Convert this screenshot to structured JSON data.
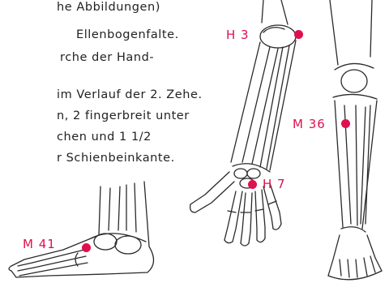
{
  "text_lines": [
    "he Abbildungen)",
    "Ellenbogenfalte.",
    "rche der Hand-",
    "im Verlauf der 2. Zehe.",
    "n, 2 fingerbreit unter",
    "chen und 1 1/2",
    "r Schienbeinkante."
  ],
  "points": [
    {
      "label": "H 3"
    },
    {
      "label": "H 7"
    },
    {
      "label": "M 36"
    },
    {
      "label": "M 41"
    }
  ],
  "colors": {
    "accent": "#e0104e",
    "text": "#222222",
    "line": "#2a2a2a"
  }
}
